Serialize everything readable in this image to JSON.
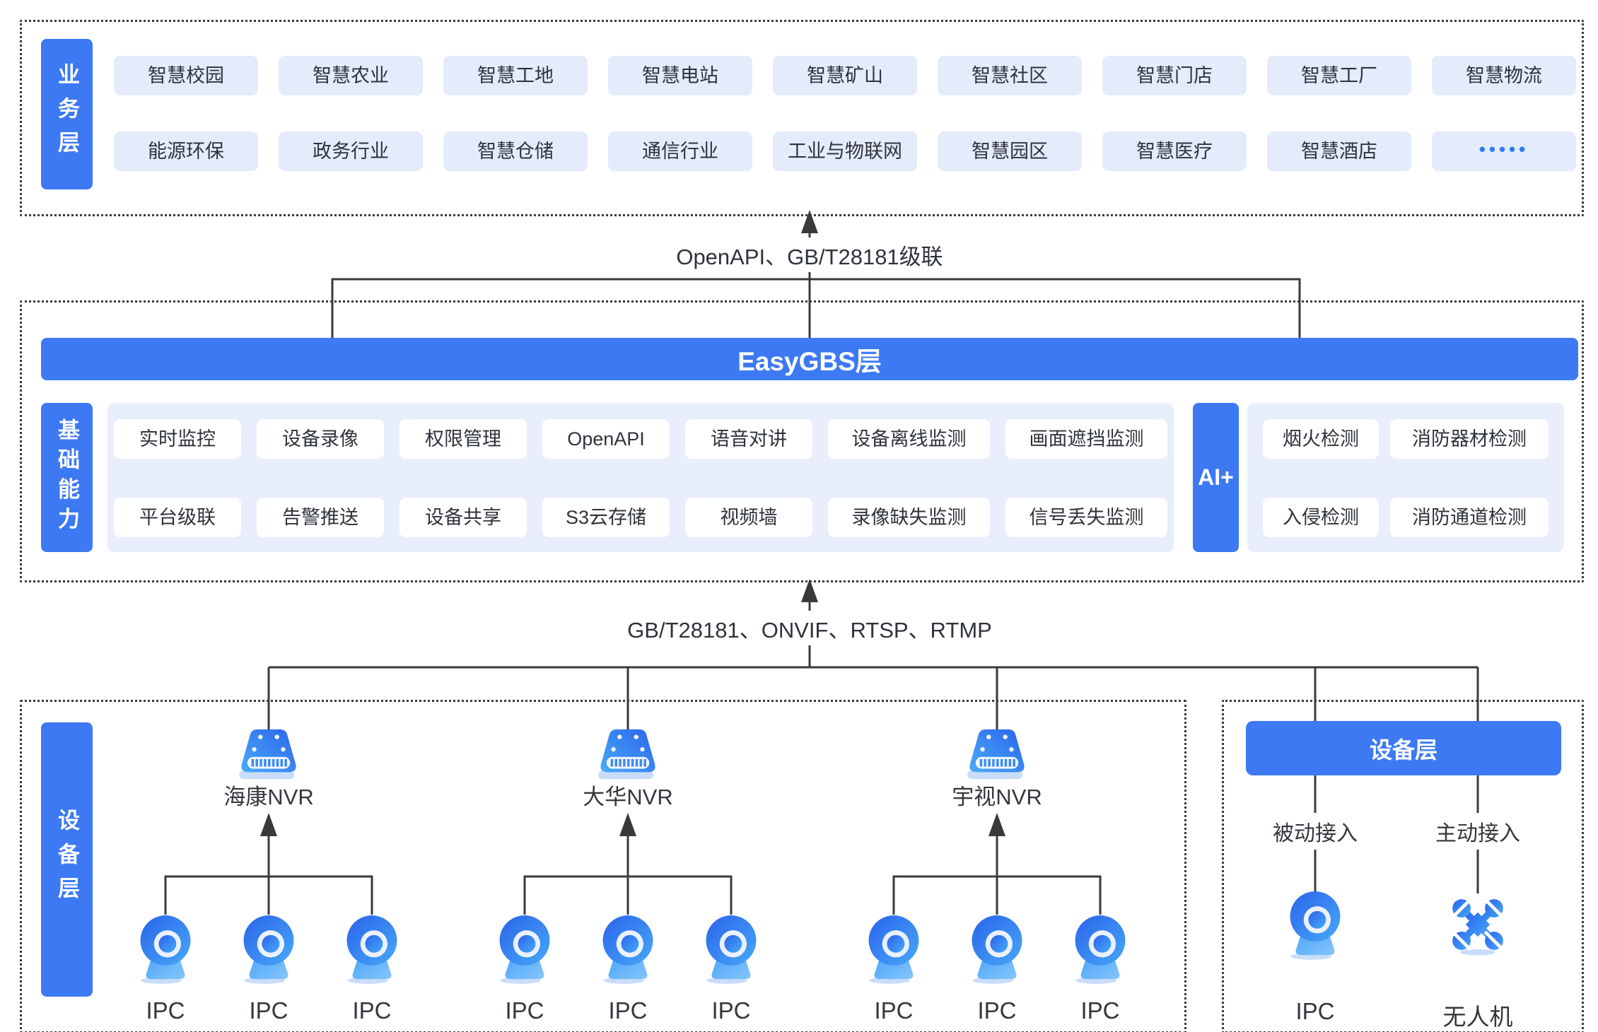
{
  "business_layer": {
    "label": "业务层",
    "row1": [
      "智慧校园",
      "智慧农业",
      "智慧工地",
      "智慧电站",
      "智慧矿山",
      "智慧社区",
      "智慧门店",
      "智慧工厂",
      "智慧物流"
    ],
    "row2": [
      "能源环保",
      "政务行业",
      "智慧仓储",
      "通信行业",
      "工业与物联网",
      "智慧园区",
      "智慧医疗",
      "智慧酒店",
      "•••••"
    ]
  },
  "connector_top": {
    "label": "OpenAPI、GB/T28181级联"
  },
  "platform_layer": {
    "title": "EasyGBS层",
    "capability_label": "基础能力",
    "capabilities_row1": [
      "实时监控",
      "设备录像",
      "权限管理",
      "OpenAPI",
      "语音对讲",
      "设备离线监测",
      "画面遮挡监测"
    ],
    "capabilities_row2": [
      "平台级联",
      "告警推送",
      "设备共享",
      "S3云存储",
      "视频墙",
      "录像缺失监测",
      "信号丢失监测"
    ],
    "ai_label": "AI+",
    "ai_row1": [
      "烟火检测",
      "消防器材检测"
    ],
    "ai_row2": [
      "入侵检测",
      "消防通道检测"
    ]
  },
  "connector_bottom": {
    "label": "GB/T28181、ONVIF、RTSP、RTMP"
  },
  "device_layer_left": {
    "label": "设备层",
    "nvr_groups": [
      {
        "name": "海康NVR",
        "cameras": [
          "IPC",
          "IPC",
          "IPC"
        ]
      },
      {
        "name": "大华NVR",
        "cameras": [
          "IPC",
          "IPC",
          "IPC"
        ]
      },
      {
        "name": "宇视NVR",
        "cameras": [
          "IPC",
          "IPC",
          "IPC"
        ]
      }
    ]
  },
  "device_layer_right": {
    "title": "设备层",
    "passive_label": "被动接入",
    "active_label": "主动接入",
    "ipc_label": "IPC",
    "drone_label": "无人机"
  },
  "colors": {
    "accent_blue": "#3C79F3",
    "chip_bg": "#E4EBFA",
    "panel_bg": "#E8EEFB",
    "icon_gradient_start": "#2B63EB",
    "icon_gradient_end": "#47A9F8",
    "connector_line": "#3A3A3A",
    "dots_chip": "#2E7BF4"
  }
}
